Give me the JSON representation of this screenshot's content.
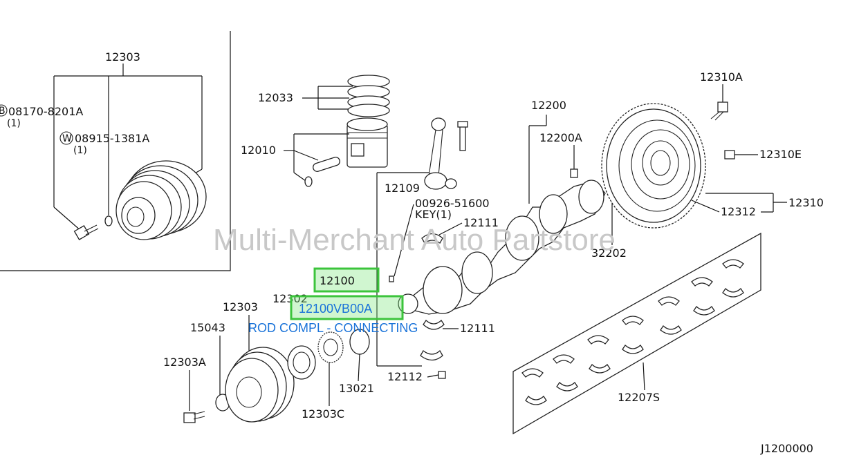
{
  "watermark": "Multi-Merchant Auto Partstore",
  "diagram_code": "J1200000",
  "highlight": {
    "part_no": "12100",
    "sub_part": "12100VB00A",
    "description": "ROD COMPL - CONNECTING"
  },
  "labels": {
    "p12303_top": "12303",
    "p08170": "08170-8201A",
    "p08170_qty": "(1)",
    "p08915": "08915-1381A",
    "p08915_qty": "(1)",
    "circle_b": "B",
    "circle_w": "W",
    "p12033": "12033",
    "p12010": "12010",
    "p12109": "12109",
    "p00926": "00926-51600",
    "p00926_key": "KEY(1)",
    "p12111_top": "12111",
    "p12200": "12200",
    "p12200A": "12200A",
    "p12310A": "12310A",
    "p12310E": "12310E",
    "p12310": "12310",
    "p12312": "12312",
    "p32202": "32202",
    "p12303_mid": "12303",
    "p12302": "12302",
    "p15043": "15043",
    "p12303A": "12303A",
    "p12111_bot": "12111",
    "p12112": "12112",
    "p13021": "13021",
    "p12303C": "12303C",
    "p12207S": "12207S"
  },
  "colors": {
    "highlight_border": "#3cc43c",
    "highlight_fill": "#a8f0a8",
    "link_text": "#1a73d9",
    "watermark": "#c8c8c8"
  }
}
